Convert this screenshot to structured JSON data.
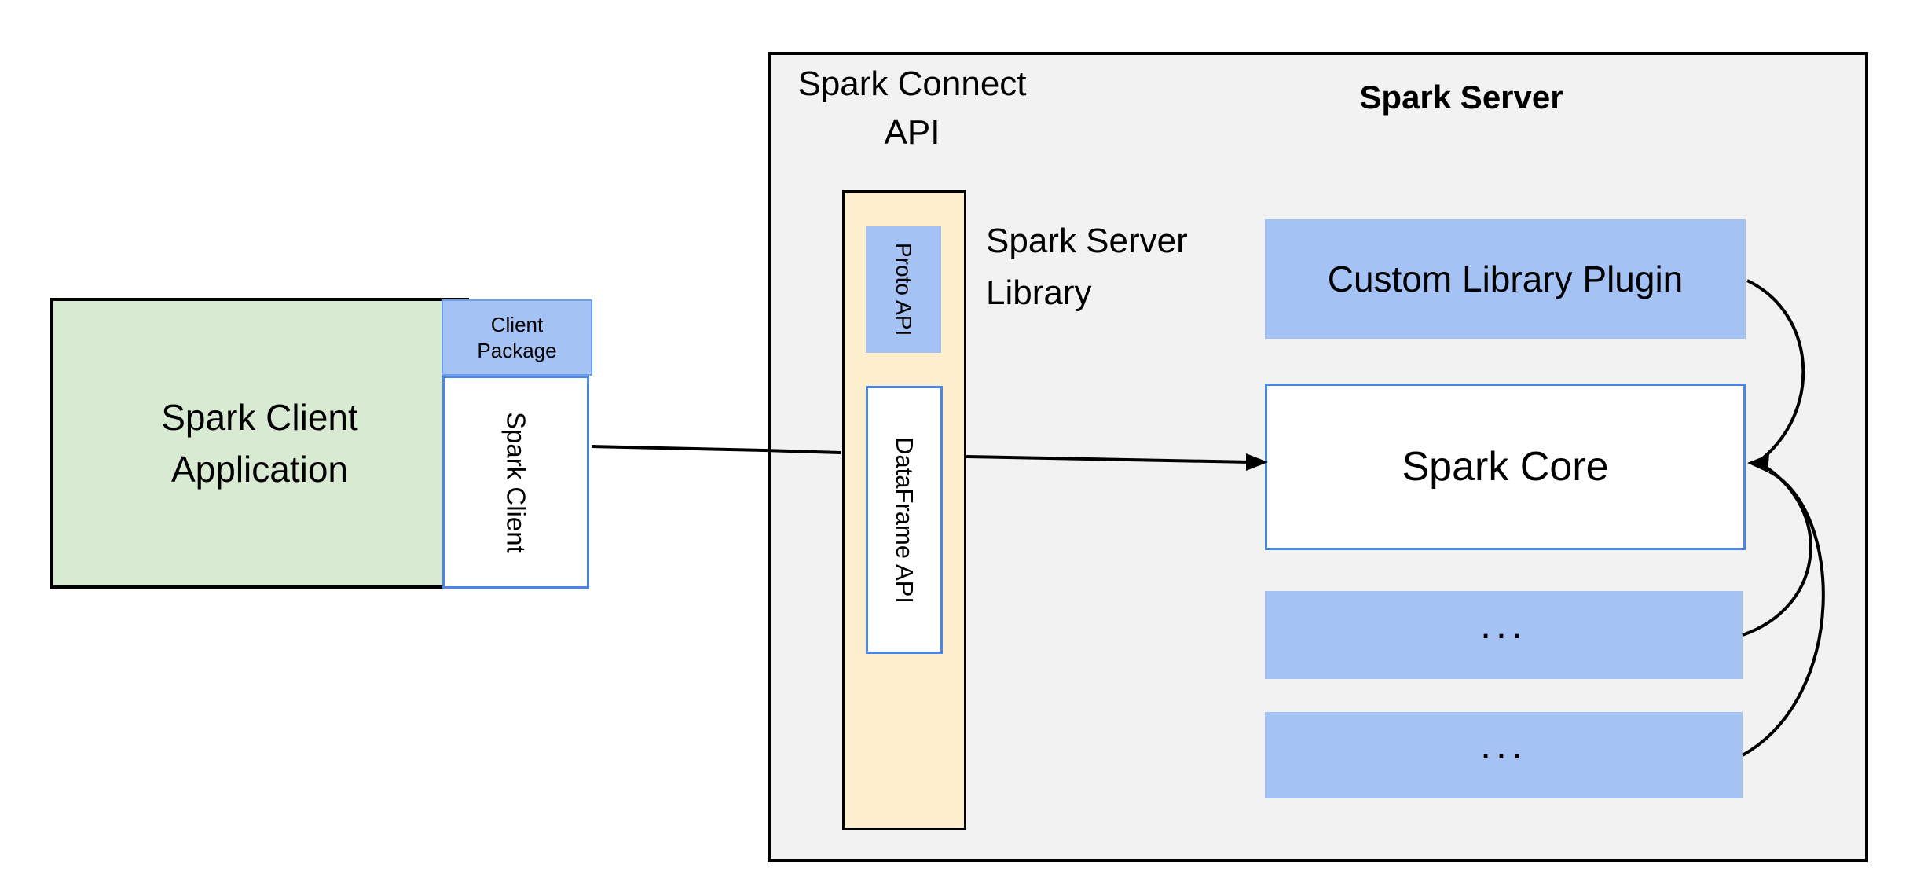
{
  "diagram": {
    "client": {
      "application_label": "Spark Client\nApplication",
      "package_label": "Client\nPackage",
      "client_lib_label": "Spark Client"
    },
    "connect": {
      "api_title": "Spark Connect\nAPI",
      "server_library_label": "Spark Server\nLibrary",
      "proto_api_label": "Proto API",
      "dataframe_api_label": "DataFrame API"
    },
    "server": {
      "title": "Spark Server",
      "plugin_label": "Custom Library Plugin",
      "core_label": "Spark Core",
      "extension_1_label": "...",
      "extension_2_label": "..."
    }
  },
  "colors": {
    "gray-fill": "#f2f2f2",
    "green-fill": "#d9ead3",
    "blue-fill": "#a4c2f4",
    "yellow-fill": "#fdeecd",
    "blue-border": "#4a86e8",
    "blue-border-light": "#6d9eeb",
    "stroke-dark": "#000000"
  }
}
